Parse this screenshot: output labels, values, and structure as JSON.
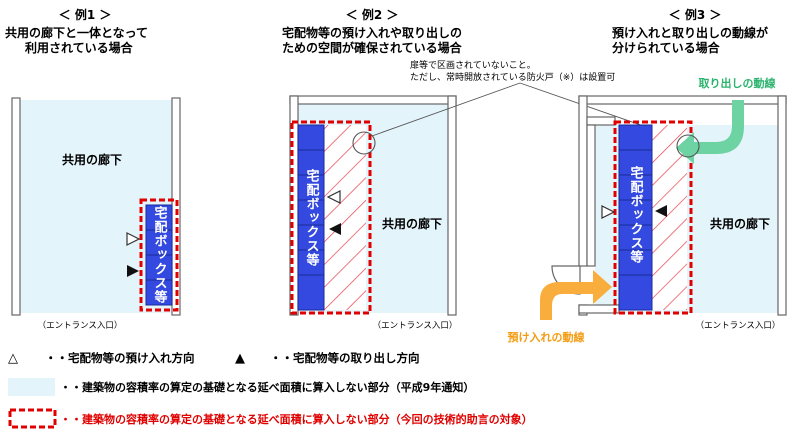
{
  "examples": [
    {
      "heading": "＜ 例1 ＞",
      "title_line1": "共用の廊下と一体となって",
      "title_line2": "利用されている場合",
      "corridor": "共用の廊下",
      "box": "宅配ボックス等",
      "entrance": "（エントランス入口）"
    },
    {
      "heading": "＜ 例2 ＞",
      "title_line1": "宅配物等の預け入れや取り出しの",
      "title_line2": "ための空間が確保されている場合",
      "corridor": "共用の廊下",
      "box": "宅配ボックス等",
      "entrance": "（エントランス入口）"
    },
    {
      "heading": "＜ 例3 ＞",
      "title_line1": "預け入れと取り出しの動線が",
      "title_line2": "分けられている場合",
      "corridor": "共用の廊下",
      "box": "宅配ボックス等",
      "entrance": "（エントランス入口）"
    }
  ],
  "callout": {
    "line1": "扉等で区画されていないこと。",
    "line2": "ただし、常時開放されている防火戸（※）は設置可"
  },
  "flows": {
    "takeout": "取り出しの動線",
    "deposit": "預け入れの動線"
  },
  "legend": {
    "deposit_symbol": "△",
    "deposit_text": "・・宅配物等の預け入れ方向",
    "takeout_symbol": "▲",
    "takeout_text": "・・宅配物等の取り出し方向",
    "area_text": "・・建築物の容積率の算定の基礎となる延べ面積に算入しない部分（平成9年通知）",
    "boundary_text": "・・建築物の容積率の算定の基礎となる延べ面積に算入しない部分（今回の技術的助言の対象）"
  },
  "colors": {
    "corridor_fill": "#e3f4fb",
    "box_blue": "#3349e0",
    "dash_red": "#e00000",
    "hatch_red": "#e8404a",
    "arrow_green": "#6dd3a3",
    "arrow_orange": "#f8ad3c",
    "wall_gray": "#666666",
    "text_red": "#e00000"
  }
}
